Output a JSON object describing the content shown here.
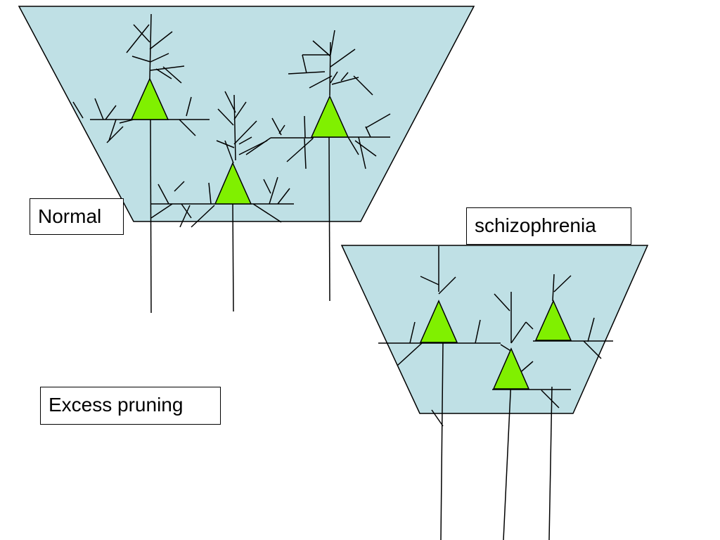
{
  "labels": {
    "normal": "Normal",
    "schizophrenia": "schizophrenia",
    "excess_pruning": "Excess pruning"
  },
  "colors": {
    "cortex_fill": "#bfe0e5",
    "neuron_fill": "#80f000",
    "line": "#000000"
  },
  "panels": [
    {
      "name": "normal",
      "neuron_count": 3
    },
    {
      "name": "schizophrenia",
      "neuron_count": 3
    }
  ]
}
